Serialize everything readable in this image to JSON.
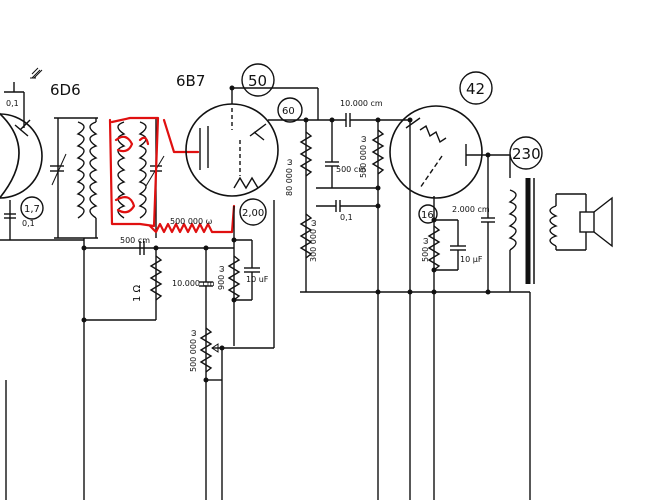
{
  "tubes": {
    "t6d6": "6D6",
    "t6b7": "6B7",
    "t42": "42",
    "t50": "50",
    "t60": "60",
    "t230": "230",
    "t17": "1,7",
    "t200": "2,00",
    "t16": "16"
  },
  "values": {
    "c01_top": "0,1",
    "c01_left": "0,1",
    "r500000_red": "500 000 ω",
    "c500cm_left": "500 cm",
    "r1m": "1 Ω",
    "c10000cm_mid": "10.000 cm",
    "r900": "900 ω",
    "c10uf_mid": "10 uF",
    "pot500000": "500 000 ω",
    "c10000cm_top": "10.000 cm",
    "r80000": "80 000 ω",
    "c500cm_right": "500 cm",
    "r500000_right": "500 000 ω",
    "c01_right": "0,1",
    "r300000": "300 000 ω",
    "r500": "500 ω",
    "c10uf_right": "10 μF",
    "c2000cm": "2.000 cm"
  },
  "colors": {
    "ink": "#111111",
    "annotation": "#e01010",
    "background": "#ffffff"
  }
}
